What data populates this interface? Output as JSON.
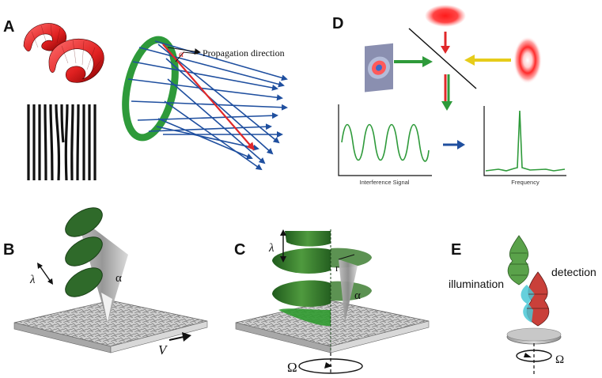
{
  "panels": {
    "a": {
      "label": "A",
      "alpha": "α",
      "propagation": "Propagation direction"
    },
    "b": {
      "label": "B",
      "lambda": "λ",
      "alpha": "α",
      "velocity": "V"
    },
    "c": {
      "label": "C",
      "lambda": "λ",
      "r": "r",
      "alpha": "α",
      "omega": "Ω"
    },
    "d": {
      "label": "D",
      "interference": "Interference Signal",
      "frequency": "Frequency"
    },
    "e": {
      "label": "E",
      "illumination": "illumination",
      "detection": "detection",
      "omega": "Ω"
    }
  },
  "colors": {
    "green": "#2e9a3a",
    "dark_green": "#2f6a2a",
    "blue": "#1f4f9f",
    "red": "#e0282a",
    "yellow": "#e6cc1a"
  }
}
